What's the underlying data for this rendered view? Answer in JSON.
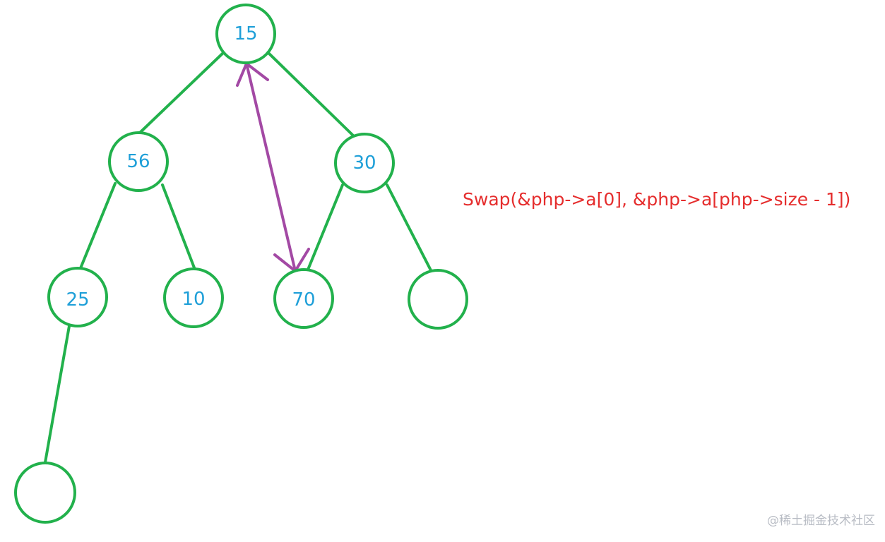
{
  "tree": {
    "nodes": [
      {
        "id": "n0",
        "label": "15"
      },
      {
        "id": "n1",
        "label": "56"
      },
      {
        "id": "n2",
        "label": "30"
      },
      {
        "id": "n3",
        "label": "25"
      },
      {
        "id": "n4",
        "label": "10"
      },
      {
        "id": "n5",
        "label": "70"
      },
      {
        "id": "n6",
        "label": ""
      },
      {
        "id": "n7",
        "label": ""
      }
    ]
  },
  "annotation": {
    "code": "Swap(&php->a[0], &php->a[php->size - 1])"
  },
  "watermark": {
    "text": "@稀土掘金技术社区"
  },
  "colors": {
    "node_stroke": "#22b14c",
    "node_label": "#1e9fd8",
    "swap_arrow": "#a349a4",
    "code_text": "#e52d2d"
  }
}
